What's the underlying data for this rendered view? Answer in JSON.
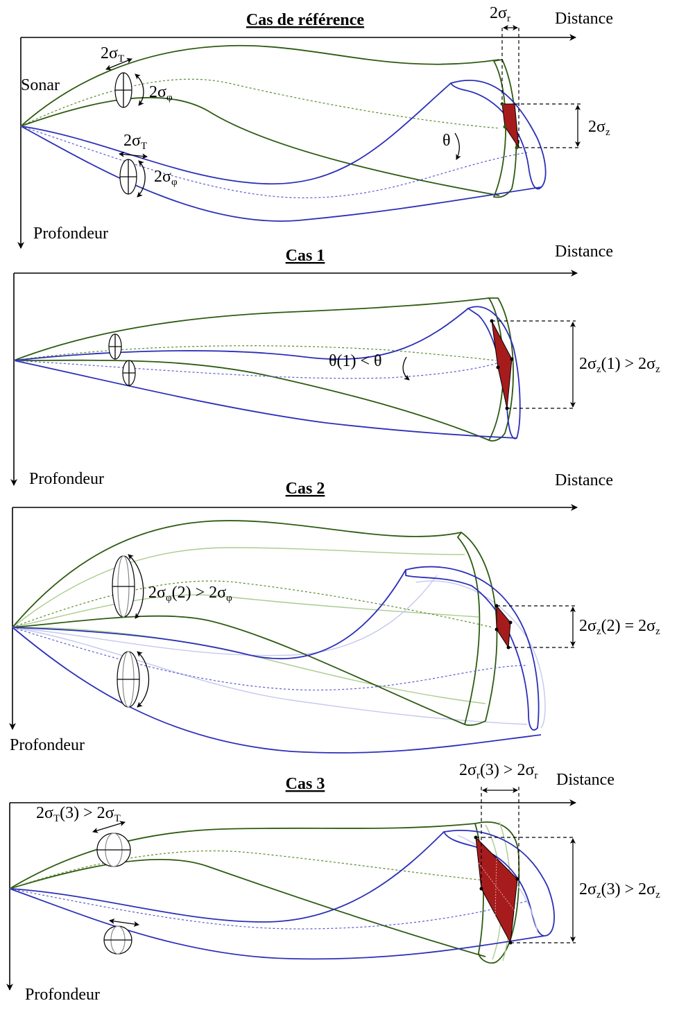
{
  "labels": {
    "distance": "Distance",
    "profondeur": "Profondeur",
    "sonar": "Sonar"
  },
  "panels": [
    {
      "title": "Cas de référence",
      "sigma_T": [
        "2σ",
        "T"
      ],
      "sigma_phi": [
        "2σ",
        "φ"
      ],
      "sigma_r": [
        "2σ",
        "r"
      ],
      "sigma_z": [
        "2σ",
        "z"
      ],
      "theta": "θ"
    },
    {
      "title": "Cas 1",
      "theta_label": "θ(1) < θ",
      "sigma_z": [
        "2σ",
        "z",
        "(1) > 2σ",
        "z"
      ]
    },
    {
      "title": "Cas 2",
      "sigma_phi": [
        "2σ",
        "φ",
        "(2) > 2σ",
        "φ"
      ],
      "sigma_z": [
        "2σ",
        "z",
        "(2) = 2σ",
        "z"
      ]
    },
    {
      "title": "Cas 3",
      "sigma_T": [
        "2σ",
        "T",
        "(3) > 2σ",
        "T"
      ],
      "sigma_r": [
        "2σ",
        "r",
        "(3) > 2σ",
        "r"
      ],
      "sigma_z": [
        "2σ",
        "z",
        "(3) > 2σ",
        "z"
      ]
    }
  ],
  "colors": {
    "upper_beam": "#2d5a0f",
    "lower_beam": "#2b2fb8",
    "cell": "#a61c1c"
  }
}
